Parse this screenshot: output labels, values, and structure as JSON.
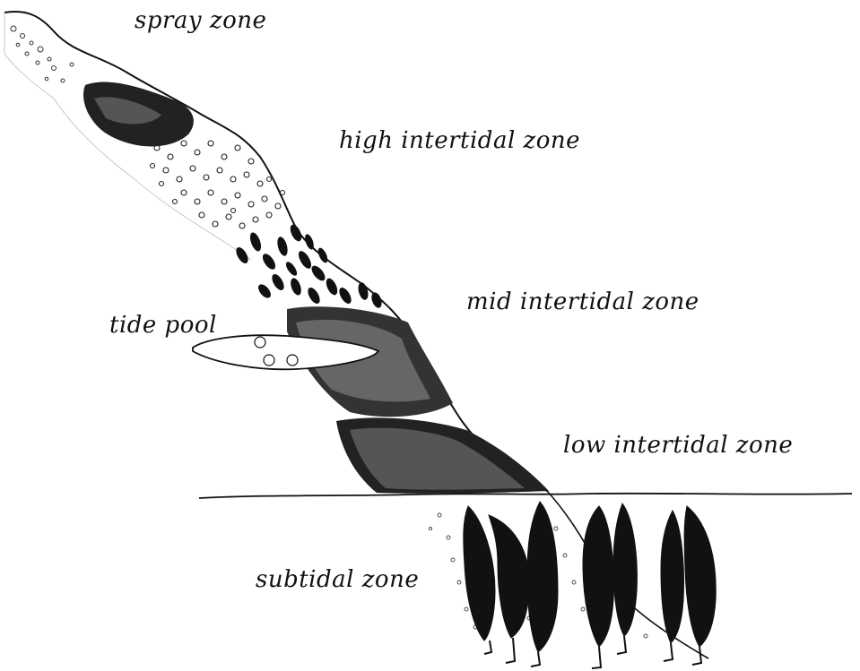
{
  "labels": {
    "spray": "spray zone",
    "high": "high intertidal zone",
    "mid": "mid intertidal zone",
    "tide_pool": "tide pool",
    "low": "low intertidal zone",
    "subtidal": "subtidal zone"
  },
  "colors": {
    "ink": "#111111",
    "paper": "#ffffff"
  }
}
